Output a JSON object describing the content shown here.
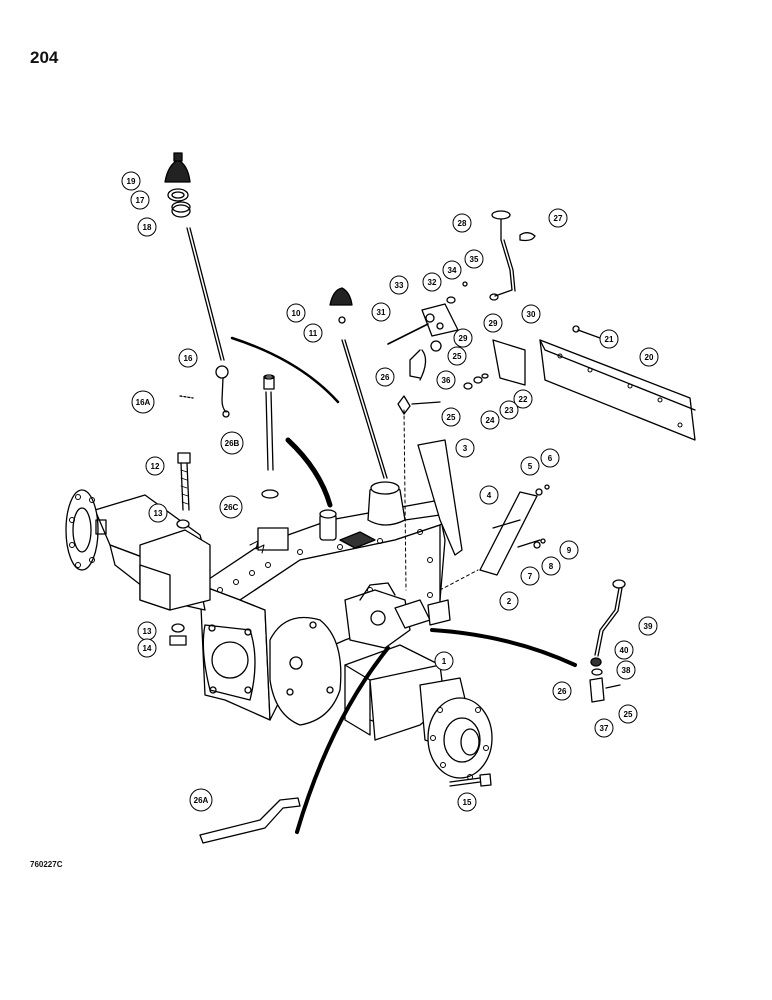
{
  "page": {
    "number": "204",
    "drawing_code": "760227C"
  },
  "callouts": [
    {
      "id": "c19",
      "label": "19"
    },
    {
      "id": "c17",
      "label": "17"
    },
    {
      "id": "c18",
      "label": "18"
    },
    {
      "id": "c16",
      "label": "16"
    },
    {
      "id": "c16A",
      "label": "16A"
    },
    {
      "id": "c10",
      "label": "10"
    },
    {
      "id": "c11",
      "label": "11"
    },
    {
      "id": "c26B",
      "label": "26B"
    },
    {
      "id": "c26C",
      "label": "26C"
    },
    {
      "id": "c12",
      "label": "12"
    },
    {
      "id": "c13a",
      "label": "13"
    },
    {
      "id": "c13b",
      "label": "13"
    },
    {
      "id": "c14",
      "label": "14"
    },
    {
      "id": "c28",
      "label": "28"
    },
    {
      "id": "c27",
      "label": "27"
    },
    {
      "id": "c35",
      "label": "35"
    },
    {
      "id": "c34",
      "label": "34"
    },
    {
      "id": "c32",
      "label": "32"
    },
    {
      "id": "c33",
      "label": "33"
    },
    {
      "id": "c31",
      "label": "31"
    },
    {
      "id": "c29a",
      "label": "29"
    },
    {
      "id": "c29b",
      "label": "29"
    },
    {
      "id": "c30",
      "label": "30"
    },
    {
      "id": "c25a",
      "label": "25"
    },
    {
      "id": "c26a",
      "label": "26"
    },
    {
      "id": "c36",
      "label": "36"
    },
    {
      "id": "c21",
      "label": "21"
    },
    {
      "id": "c20",
      "label": "20"
    },
    {
      "id": "c22",
      "label": "22"
    },
    {
      "id": "c23",
      "label": "23"
    },
    {
      "id": "c24",
      "label": "24"
    },
    {
      "id": "c25b",
      "label": "25"
    },
    {
      "id": "c3",
      "label": "3"
    },
    {
      "id": "c5",
      "label": "5"
    },
    {
      "id": "c6",
      "label": "6"
    },
    {
      "id": "c4",
      "label": "4"
    },
    {
      "id": "c9",
      "label": "9"
    },
    {
      "id": "c8",
      "label": "8"
    },
    {
      "id": "c7",
      "label": "7"
    },
    {
      "id": "c2",
      "label": "2"
    },
    {
      "id": "c1",
      "label": "1"
    },
    {
      "id": "c39",
      "label": "39"
    },
    {
      "id": "c40",
      "label": "40"
    },
    {
      "id": "c38",
      "label": "38"
    },
    {
      "id": "c26b",
      "label": "26"
    },
    {
      "id": "c25c",
      "label": "25"
    },
    {
      "id": "c37",
      "label": "37"
    },
    {
      "id": "c15",
      "label": "15"
    },
    {
      "id": "c26A",
      "label": "26A"
    }
  ]
}
